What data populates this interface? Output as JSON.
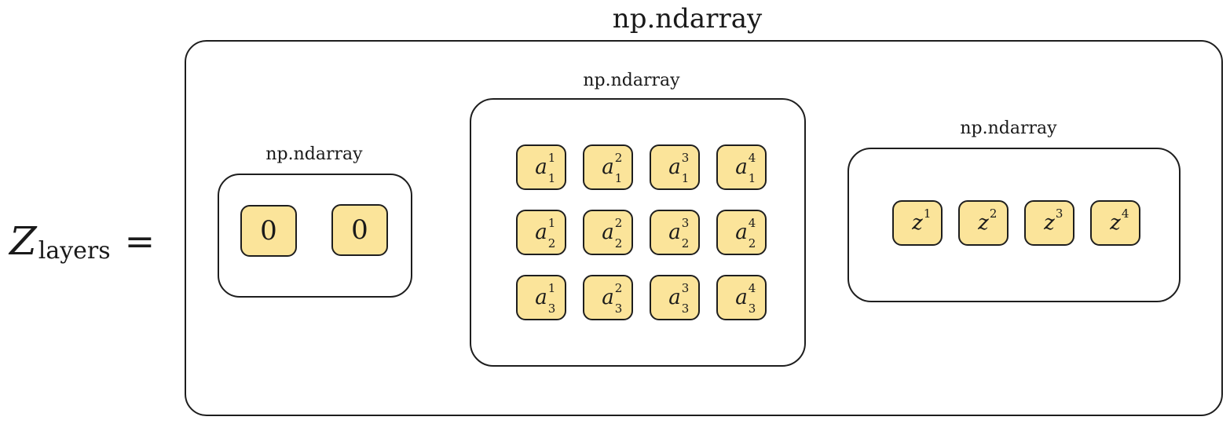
{
  "equation": {
    "symbol": "Z",
    "subscript": "layers",
    "equals": "="
  },
  "outer_array": {
    "label": "np.ndarray"
  },
  "arrays": [
    {
      "label": "np.ndarray",
      "cells": [
        [
          "0",
          "0"
        ]
      ]
    },
    {
      "label": "np.ndarray",
      "cells": [
        [
          {
            "base": "a",
            "sup": "1",
            "sub": "1"
          },
          {
            "base": "a",
            "sup": "2",
            "sub": "1"
          },
          {
            "base": "a",
            "sup": "3",
            "sub": "1"
          },
          {
            "base": "a",
            "sup": "4",
            "sub": "1"
          }
        ],
        [
          {
            "base": "a",
            "sup": "1",
            "sub": "2"
          },
          {
            "base": "a",
            "sup": "2",
            "sub": "2"
          },
          {
            "base": "a",
            "sup": "3",
            "sub": "2"
          },
          {
            "base": "a",
            "sup": "4",
            "sub": "2"
          }
        ],
        [
          {
            "base": "a",
            "sup": "1",
            "sub": "3"
          },
          {
            "base": "a",
            "sup": "2",
            "sub": "3"
          },
          {
            "base": "a",
            "sup": "3",
            "sub": "3"
          },
          {
            "base": "a",
            "sup": "4",
            "sub": "3"
          }
        ]
      ]
    },
    {
      "label": "np.ndarray",
      "cells": [
        [
          {
            "base": "z",
            "sup": "1"
          },
          {
            "base": "z",
            "sup": "2"
          },
          {
            "base": "z",
            "sup": "3"
          },
          {
            "base": "z",
            "sup": "4"
          }
        ]
      ]
    }
  ],
  "colors": {
    "cell_fill": "#fbe49a",
    "stroke": "#1e1e1e"
  }
}
